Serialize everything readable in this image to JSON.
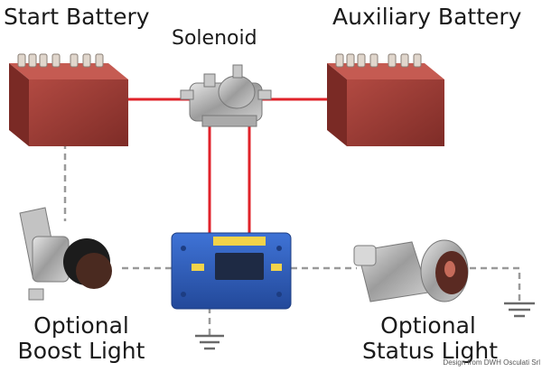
{
  "labels": {
    "start_battery": "Start Battery",
    "solenoid": "Solenoid",
    "auxiliary_battery": "Auxiliary Battery",
    "boost_line1": "Optional",
    "boost_line2": "Boost Light",
    "status_line1": "Optional",
    "status_line2": "Status Light",
    "credit": "Design from DWH Osculati Srl"
  },
  "colors": {
    "battery_body": "#9e3b34",
    "battery_top": "#b04840",
    "battery_terminal": "#e0d6cc",
    "wire_red": "#e0222a",
    "wire_dashed": "#9a9a9a",
    "controller_blue": "#2f5fbf",
    "controller_label": "#f2d34a",
    "metal": "#b8b8b8",
    "ground": "#6a6a6a"
  }
}
